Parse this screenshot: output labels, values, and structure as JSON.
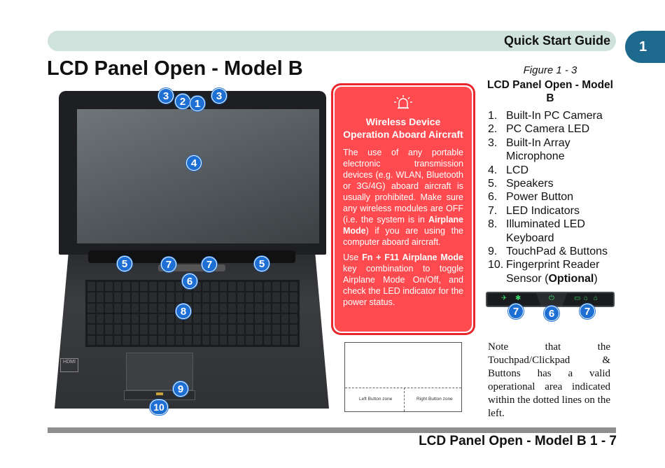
{
  "header": {
    "title": "Quick Start Guide",
    "chapter": "1"
  },
  "page_title": "LCD Panel Open - Model B",
  "figure": {
    "caption": "Figure 1 - 3",
    "title": "LCD Panel Open - Model B",
    "callouts": [
      "3",
      "2",
      "1",
      "3",
      "4",
      "5",
      "7",
      "7",
      "5",
      "6",
      "8",
      "9",
      "10"
    ],
    "laptop_logo": "HDMI"
  },
  "warning": {
    "title": "Wireless Device Operation Aboard Aircraft",
    "para1_pre": "The use of any portable electronic transmission devices (e.g. WLAN, Bluetooth or 3G/4G) aboard aircraft is usually prohibited. Make sure any wireless modules are OFF (i.e. the system is in ",
    "para1_bold": "Airplane Mode",
    "para1_post": ") if you are using the computer aboard aircraft.",
    "para2_pre": "Use ",
    "para2_bold": "Fn + F11 Airplane Mode",
    "para2_post": " key combination to toggle Airplane Mode On/Off, and check the LED indicator for the power status."
  },
  "touchpad_zones": {
    "left": "Left Button zone",
    "right": "Right Button zone"
  },
  "legend": [
    {
      "num": "1.",
      "text": "Built-In PC Camera"
    },
    {
      "num": "2.",
      "text": "PC Camera LED"
    },
    {
      "num": "3.",
      "text": "Built-In Array Microphone"
    },
    {
      "num": "4.",
      "text": "LCD"
    },
    {
      "num": "5.",
      "text": "Speakers"
    },
    {
      "num": "6.",
      "text": "Power Button"
    },
    {
      "num": "7.",
      "text": "LED Indicators"
    },
    {
      "num": "8.",
      "text": "Illuminated LED Keyboard"
    },
    {
      "num": "9.",
      "text": "TouchPad & Buttons"
    },
    {
      "num": "10.",
      "text": "Fingerprint Reader Sensor (",
      "bold": "Optional",
      "post": ")"
    }
  ],
  "led_callouts": [
    "7",
    "6",
    "7"
  ],
  "note": "Note that the Touchpad/Clickpad & Buttons has a valid operational area indicated within the dotted lines on the left.",
  "footer": "LCD Panel Open - Model B 1 - 7"
}
